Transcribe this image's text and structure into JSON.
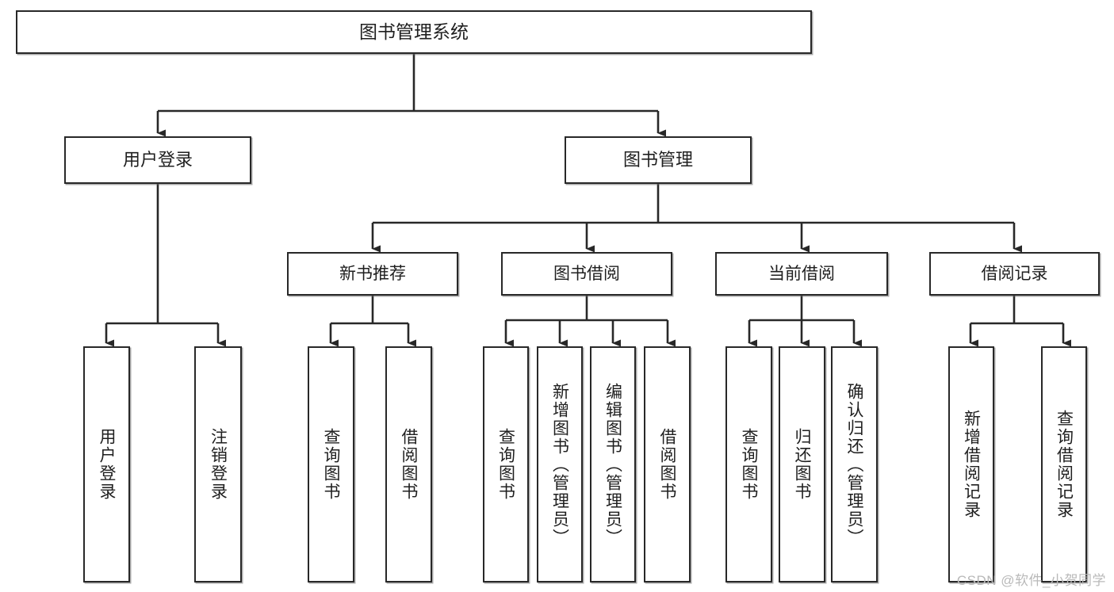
{
  "diagram": {
    "type": "tree-hierarchy",
    "title": "图书管理系统",
    "orientation": "top-down",
    "colors": {
      "node_border": "#282828",
      "node_fill": "#ffffff",
      "edge": "#282828",
      "text": "#1f1f1f",
      "watermark": "#b9b9b9"
    },
    "nodes": {
      "root": {
        "label": "图书管理系统"
      },
      "level1": [
        {
          "id": "user-login",
          "label": "用户登录"
        },
        {
          "id": "book-manage",
          "label": "图书管理"
        }
      ],
      "level2": [
        {
          "id": "new-book-recommend",
          "label": "新书推荐"
        },
        {
          "id": "book-borrow",
          "label": "图书借阅"
        },
        {
          "id": "current-borrow",
          "label": "当前借阅"
        },
        {
          "id": "borrow-record",
          "label": "借阅记录"
        }
      ],
      "leaves": {
        "user-login": [
          {
            "id": "leaf-user-login",
            "label": "用户登录"
          },
          {
            "id": "leaf-logout-login",
            "label": "注销登录"
          }
        ],
        "new-book-recommend": [
          {
            "id": "leaf-query-book-1",
            "label": "查询图书"
          },
          {
            "id": "leaf-borrow-book-1",
            "label": "借阅图书"
          }
        ],
        "book-borrow": [
          {
            "id": "leaf-query-book-2",
            "label": "查询图书"
          },
          {
            "id": "leaf-add-book",
            "label": "新增图书（管理员）"
          },
          {
            "id": "leaf-edit-book",
            "label": "编辑图书（管理员）"
          },
          {
            "id": "leaf-borrow-book-2",
            "label": "借阅图书"
          }
        ],
        "current-borrow": [
          {
            "id": "leaf-query-book-3",
            "label": "查询图书"
          },
          {
            "id": "leaf-return-book",
            "label": "归还图书"
          },
          {
            "id": "leaf-confirm-return",
            "label": "确认归还（管理员）"
          }
        ],
        "borrow-record": [
          {
            "id": "leaf-add-record",
            "label": "新增借阅记录"
          },
          {
            "id": "leaf-query-record",
            "label": "查询借阅记录"
          }
        ]
      }
    },
    "watermark": "CSDN @软件_小贺同学"
  }
}
